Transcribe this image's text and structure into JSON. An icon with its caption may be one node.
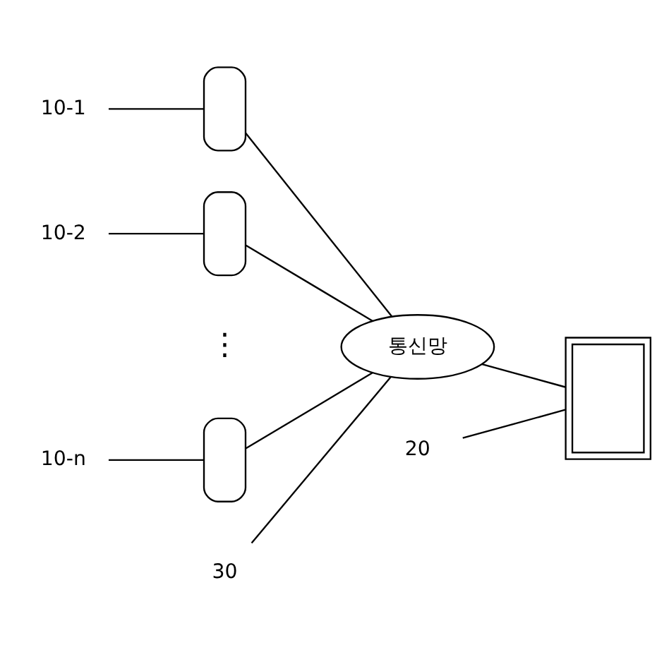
{
  "diagram": {
    "nodes": [
      {
        "text": [
          "10-1"
        ]
      },
      {
        "text": [],
        "shape": "box"
      },
      {
        "text": [
          "10-2"
        ]
      },
      {
        "text": [],
        "shape": "box"
      },
      {
        "text": [
          "10-n"
        ]
      },
      {
        "text": [],
        "shape": "box"
      },
      {
        "text": [
          "통신망"
        ]
      },
      {
        "text": [
          "30"
        ]
      },
      {
        "text": [],
        "shape": "box"
      },
      {
        "text": [
          "20"
        ]
      }
    ],
    "edges": [
      {
        "from": 0,
        "to": 1,
        "arrow": "none"
      },
      {
        "from": 2,
        "to": 3,
        "arrow": "none"
      },
      {
        "from": 4,
        "to": 5,
        "arrow": "none"
      },
      {
        "from": 7,
        "to": 6,
        "arrow": "none"
      },
      {
        "from": 9,
        "to": 8,
        "arrow": "none"
      },
      {
        "from": 1,
        "to": 6,
        "arrow": "none"
      },
      {
        "from": 3,
        "to": 6,
        "arrow": "none"
      },
      {
        "from": 5,
        "to": 6,
        "arrow": "none"
      },
      {
        "from": 6,
        "to": 8,
        "arrow": "none"
      }
    ],
    "labels": [
      "⋮"
    ]
  }
}
